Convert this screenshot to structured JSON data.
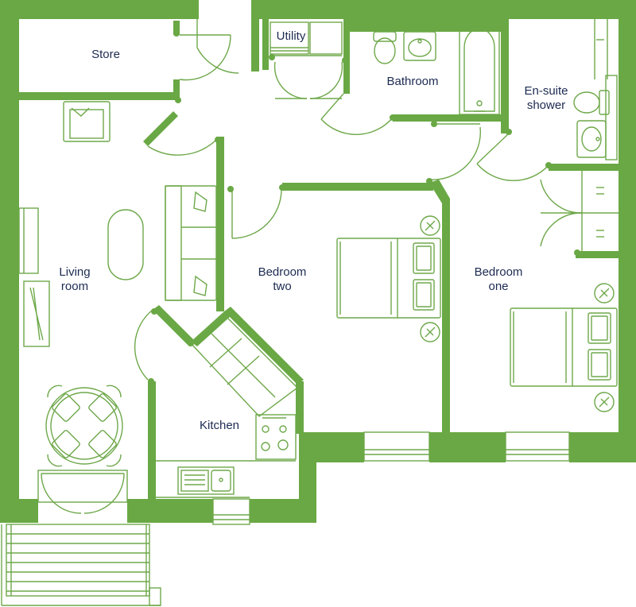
{
  "colors": {
    "wall": "#69a844",
    "line": "#6ea84a",
    "label": "#1d2b52",
    "background": "#ffffff"
  },
  "rooms": {
    "store": {
      "line1": "Store"
    },
    "utility": {
      "line1": "Utility"
    },
    "bathroom": {
      "line1": "Bathroom"
    },
    "ensuite": {
      "line1": "En-suite",
      "line2": "shower"
    },
    "living": {
      "line1": "Living",
      "line2": "room"
    },
    "bedroom_two": {
      "line1": "Bedroom",
      "line2": "two"
    },
    "bedroom_one": {
      "line1": "Bedroom",
      "line2": "one"
    },
    "kitchen": {
      "line1": "Kitchen"
    }
  },
  "icons": {
    "furniture": [
      "armchair-icon",
      "sofa-icon",
      "coffee-table-icon",
      "tv-unit-icon",
      "dining-set-icon",
      "double-bed-icon",
      "bedside-lamp-icon",
      "toilet-icon",
      "basin-icon",
      "bath-icon",
      "shower-icon",
      "hob-icon",
      "sink-icon",
      "washing-machine-icon",
      "wardrobe-icon",
      "door-swing-icon",
      "window-icon",
      "balcony-icon"
    ]
  }
}
